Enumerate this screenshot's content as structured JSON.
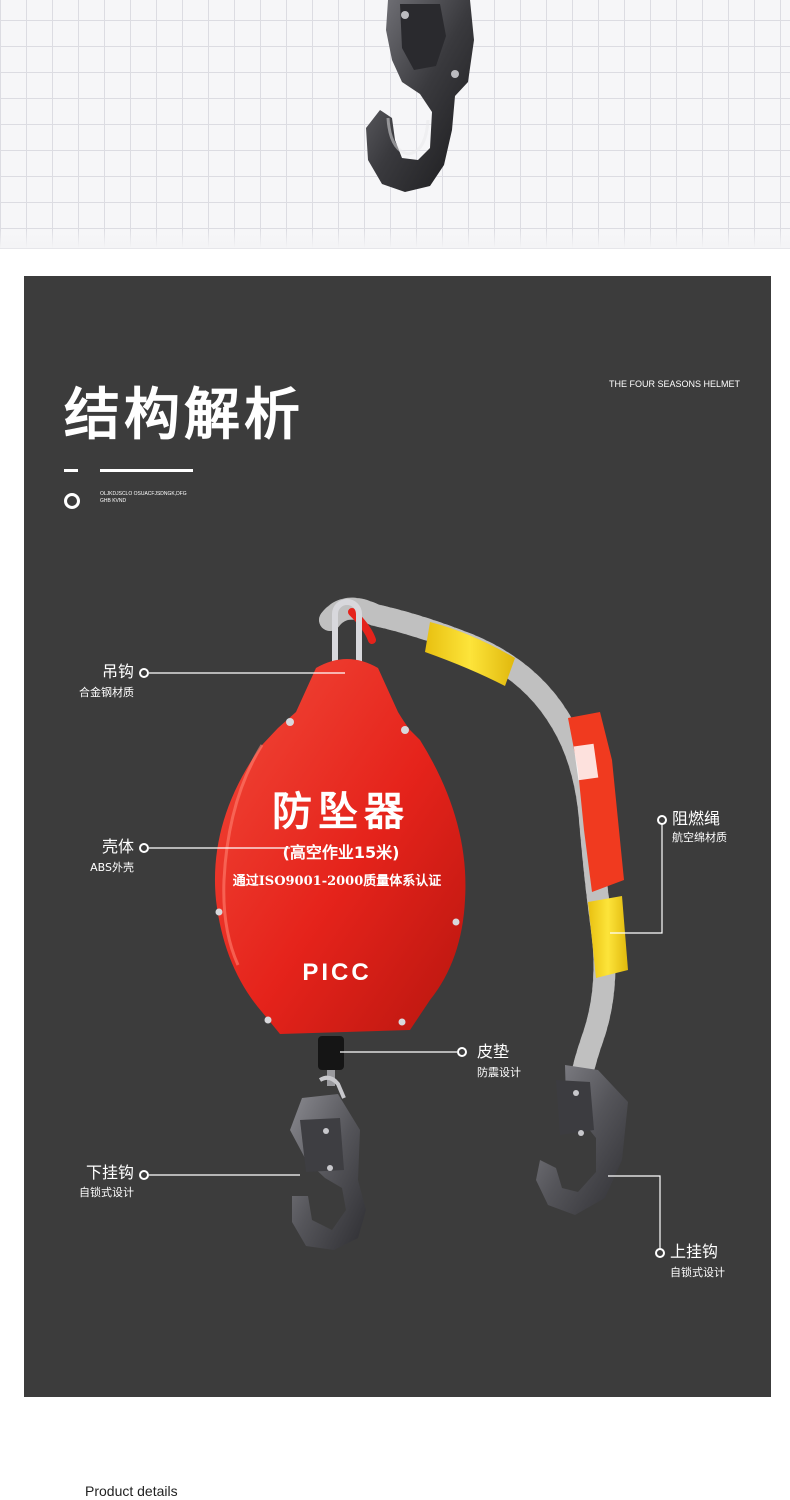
{
  "section": {
    "title": "结构解析",
    "tagline": "THE FOUR SEASONS HELMET",
    "code_text": "OLJKDJSCLO OSUACFJSDNGK,DFGGHB KVND"
  },
  "device": {
    "name_cn": "防坠器",
    "subtitle": "(高空作业15米)",
    "cert": "通过ISO9001-2000质量体系认证",
    "brand": "PICC"
  },
  "callouts": {
    "hook": {
      "title": "吊钩",
      "sub": "合金钢材质"
    },
    "shell": {
      "title": "壳体",
      "sub": "ABS外壳"
    },
    "lower_hook": {
      "title": "下挂钩",
      "sub": "自锁式设计"
    },
    "rope": {
      "title": "阻燃绳",
      "sub": "航空绵材质"
    },
    "pad": {
      "title": "皮垫",
      "sub": "防震设计"
    },
    "upper_hook": {
      "title": "上挂钩",
      "sub": "自锁式设计"
    }
  },
  "footer": {
    "text": "Product details"
  },
  "colors": {
    "panel": "#3c3c3c",
    "device_red": "#e5231b",
    "sleeve_yellow": "#f4d21c",
    "rope_grey": "#9a9a9a",
    "metal": "#5a5a5e"
  }
}
